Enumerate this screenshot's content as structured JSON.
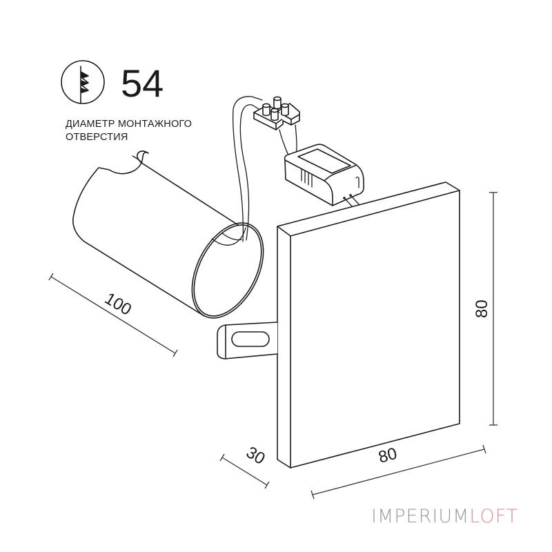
{
  "spec": {
    "ip_rating_icon": "mounting-hole-drill-icon",
    "cutout_diameter_value": "54",
    "cutout_caption_line1": "ДИАМЕТР МОНТАЖНОГО",
    "cutout_caption_line2": "ОТВЕРСТИЯ"
  },
  "dimensions": {
    "depth_sleeve": "100",
    "height": "80",
    "width": "80",
    "thickness": "30",
    "units": "mm"
  },
  "components": [
    "mounting-sleeve-cylinder",
    "terminal-block-connector",
    "led-driver",
    "wall-panel-front",
    "mounting-bracket"
  ],
  "brand": {
    "part1": "IMPERIUM",
    "part2": "LOFT",
    "color_part1": "#9a9a9a",
    "color_part2": "#e28f93"
  }
}
